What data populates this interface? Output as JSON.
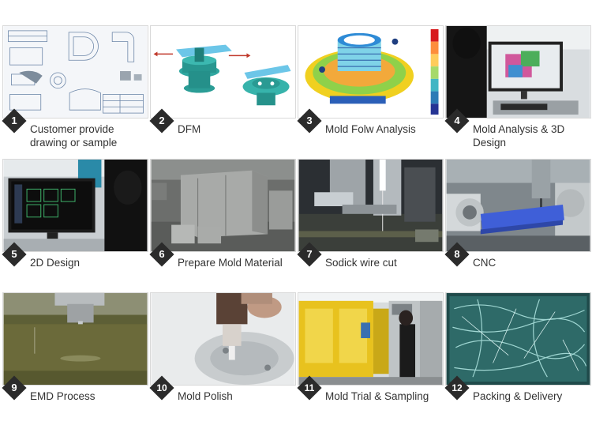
{
  "steps": [
    {
      "number": "1",
      "label": "Customer provide drawing or sample",
      "image": "cad-drawing"
    },
    {
      "number": "2",
      "label": "DFM",
      "image": "dfm-model"
    },
    {
      "number": "3",
      "label": "Mold Folw Analysis",
      "image": "flow-analysis"
    },
    {
      "number": "4",
      "label": "Mold Analysis & 3D Design",
      "image": "engineer-monitor"
    },
    {
      "number": "5",
      "label": "2D Design",
      "image": "2d-design-monitor"
    },
    {
      "number": "6",
      "label": "Prepare Mold Material",
      "image": "steel-blocks"
    },
    {
      "number": "7",
      "label": "Sodick wire cut",
      "image": "wire-cut-machine"
    },
    {
      "number": "8",
      "label": "CNC",
      "image": "cnc-machine"
    },
    {
      "number": "9",
      "label": "EMD Process",
      "image": "edm-process"
    },
    {
      "number": "10",
      "label": "Mold Polish",
      "image": "mold-polish"
    },
    {
      "number": "11",
      "label": "Mold Trial & Sampling",
      "image": "injection-machine"
    },
    {
      "number": "12",
      "label": "Packing & Delivery",
      "image": "wrapped-mold"
    }
  ],
  "colors": {
    "badge": "#2b2b2b",
    "caption": "#333333",
    "border": "#d9d9d9"
  }
}
